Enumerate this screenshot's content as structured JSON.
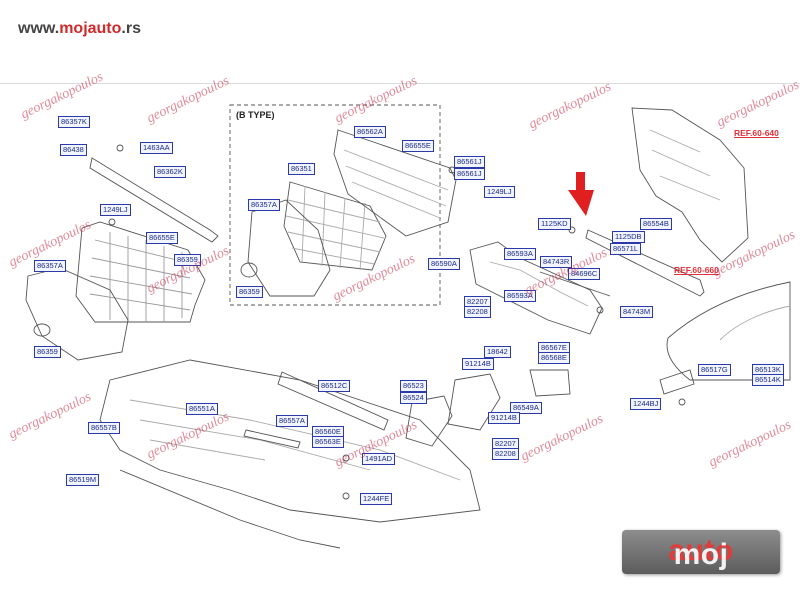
{
  "site": {
    "url_prefix": "www.",
    "url_accent": "mojauto",
    "url_suffix": ".rs"
  },
  "diagram": {
    "variant_label": "(B TYPE)",
    "references": [
      "REF.60-640",
      "REF.60-660"
    ],
    "watermark_text": "georgakopoulos",
    "part_numbers": [
      "86357K",
      "86438",
      "1463AA",
      "86362K",
      "1249LJ",
      "86655E",
      "86357A",
      "86359",
      "86359",
      "86351",
      "86357A",
      "86359",
      "86562A",
      "86655E",
      "86561J",
      "86561J",
      "1249LJ",
      "1125KD",
      "86554B",
      "1125DB",
      "86571L",
      "86593A",
      "84743R",
      "84696C",
      "86590A",
      "86593A",
      "84743M",
      "82207",
      "82208",
      "18642",
      "91214B",
      "86567E",
      "86568E",
      "86517G",
      "86513K",
      "86514K",
      "1244BJ",
      "86512C",
      "86523",
      "86524",
      "86549A",
      "91214B",
      "82207",
      "82208",
      "86551A",
      "86557B",
      "86557A",
      "86560E",
      "86563E",
      "1491AD",
      "1244FE",
      "86519M"
    ]
  },
  "brand_logo": {
    "text_left": "moj",
    "text_right": "auto"
  },
  "colors": {
    "accent": "#d22a2a",
    "label_border": "#2a3aa8",
    "ref": "#e0303a",
    "arrow": "#e02020"
  }
}
